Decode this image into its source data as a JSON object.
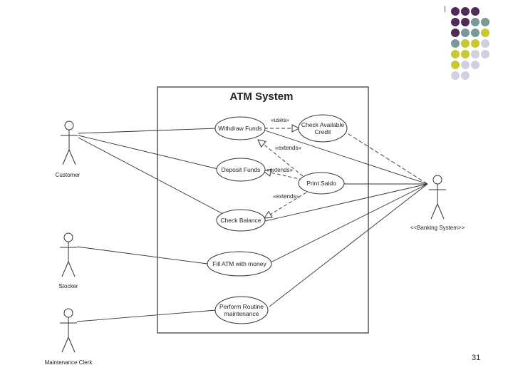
{
  "diagram": {
    "system_title": "ATM System",
    "actors": [
      {
        "id": "customer",
        "label": "Customer"
      },
      {
        "id": "banking",
        "label": "<<Banking System>>"
      },
      {
        "id": "stocker",
        "label": "Stocker"
      },
      {
        "id": "maint",
        "label": "Maintenance Clerk"
      }
    ],
    "use_cases": [
      {
        "id": "withdraw",
        "label": [
          "Withdraw Funds"
        ]
      },
      {
        "id": "credit",
        "label": [
          "Check Available",
          "Credit"
        ]
      },
      {
        "id": "deposit",
        "label": [
          "Deposit Funds"
        ]
      },
      {
        "id": "print",
        "label": [
          "Print Saldo"
        ]
      },
      {
        "id": "balance",
        "label": [
          "Check Balance"
        ]
      },
      {
        "id": "fill",
        "label": [
          "Fill ATM with money"
        ]
      },
      {
        "id": "routine",
        "label": [
          "Perform Routine",
          "maintenance"
        ]
      }
    ],
    "relation_labels": {
      "uses": "«uses»",
      "extends_print_withdraw": "«extends»",
      "extends_print_deposit": "«extends»",
      "extends_print_balance": "«extends»"
    }
  },
  "slide": {
    "number": "31"
  },
  "palette": {
    "purple": "#4e2b58",
    "teal": "#7a9a9a",
    "olive": "#c8c830",
    "lavender": "#d0d0e0"
  }
}
